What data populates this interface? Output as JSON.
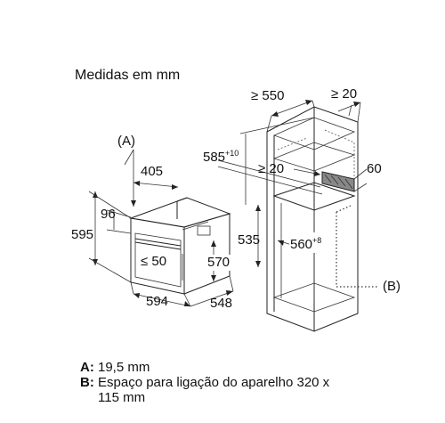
{
  "title": "Medidas em mm",
  "oven": {
    "ref_a": "(A)",
    "depth_top": "405",
    "panel_h": "96",
    "height": "595",
    "handle_gap": "≤ 50",
    "body_h": "570",
    "width": "594",
    "depth": "548"
  },
  "cabinet": {
    "min_depth": "≥ 550",
    "side_clear": "≥ 20",
    "inner_clear": "≥ 20",
    "vent": "60",
    "height_base": "585",
    "height_tol": "+10",
    "niche_h": "535",
    "niche_w_base": "560",
    "niche_w_tol": "+8",
    "ref_b": "(B)"
  },
  "legend": [
    {
      "key": "A:",
      "text": "19,5 mm"
    },
    {
      "key": "B:",
      "text": "Espaço para ligação do aparelho 320 x",
      "cont": "115 mm"
    }
  ]
}
